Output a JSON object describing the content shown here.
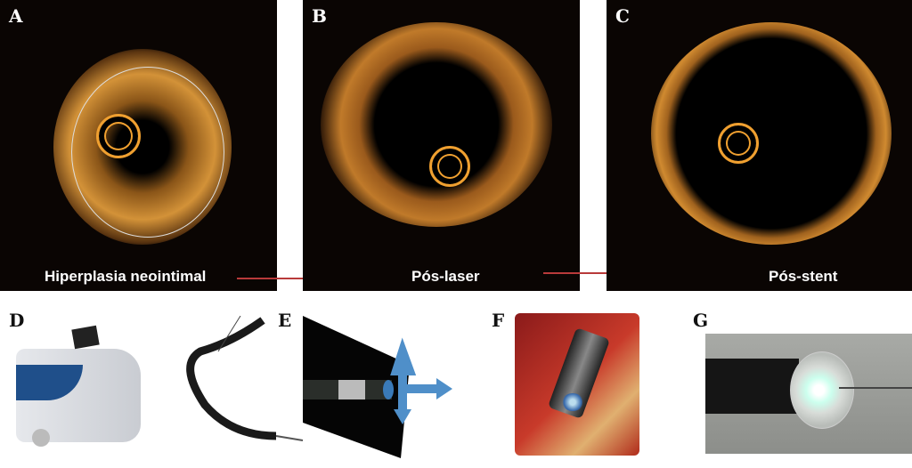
{
  "panels": {
    "a": {
      "label": "A",
      "caption": "Hiperplasia neointimal"
    },
    "b": {
      "label": "B",
      "caption": "Pós-laser"
    },
    "c": {
      "label": "C",
      "caption": "Pós-stent"
    },
    "d": {
      "label": "D"
    },
    "e": {
      "label": "E"
    },
    "f": {
      "label": "F"
    },
    "g": {
      "label": "G"
    }
  },
  "colors": {
    "arrow": "#b83a3a",
    "oct_tissue": "#c8802a",
    "blue_arrow": "#4f8fc9"
  }
}
